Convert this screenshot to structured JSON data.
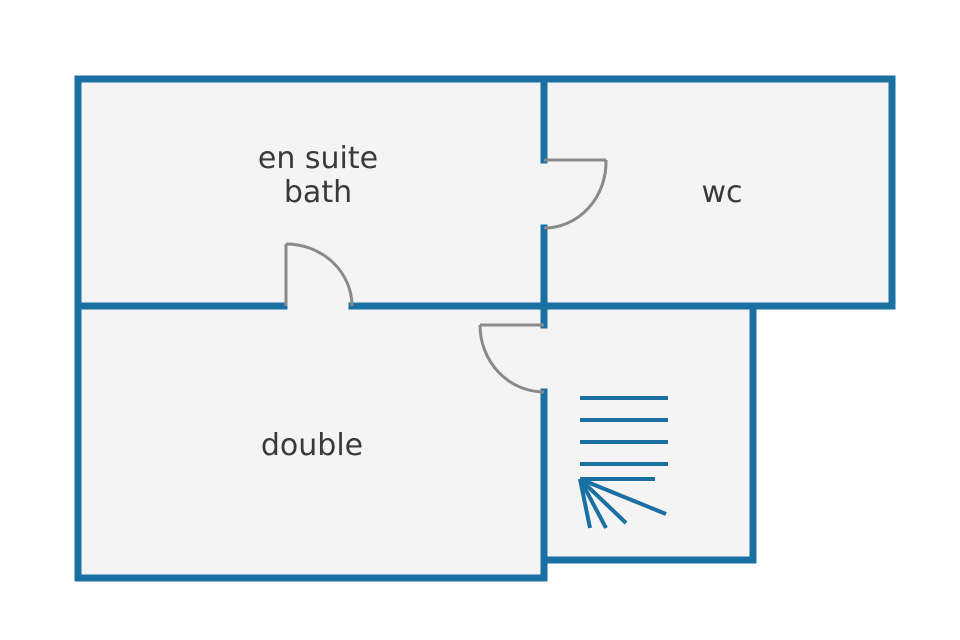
{
  "colors": {
    "wall": "#1a6fa3",
    "floor": "#f4f4f4",
    "door": "#8a8a8a",
    "background": "#ffffff",
    "text": "#3a3a3a"
  },
  "rooms": {
    "en_suite": {
      "label_line1": "en suite",
      "label_line2": "bath"
    },
    "wc": {
      "label": "wc"
    },
    "double": {
      "label": "double"
    }
  },
  "icons": {
    "stairs": "staircase-icon"
  }
}
